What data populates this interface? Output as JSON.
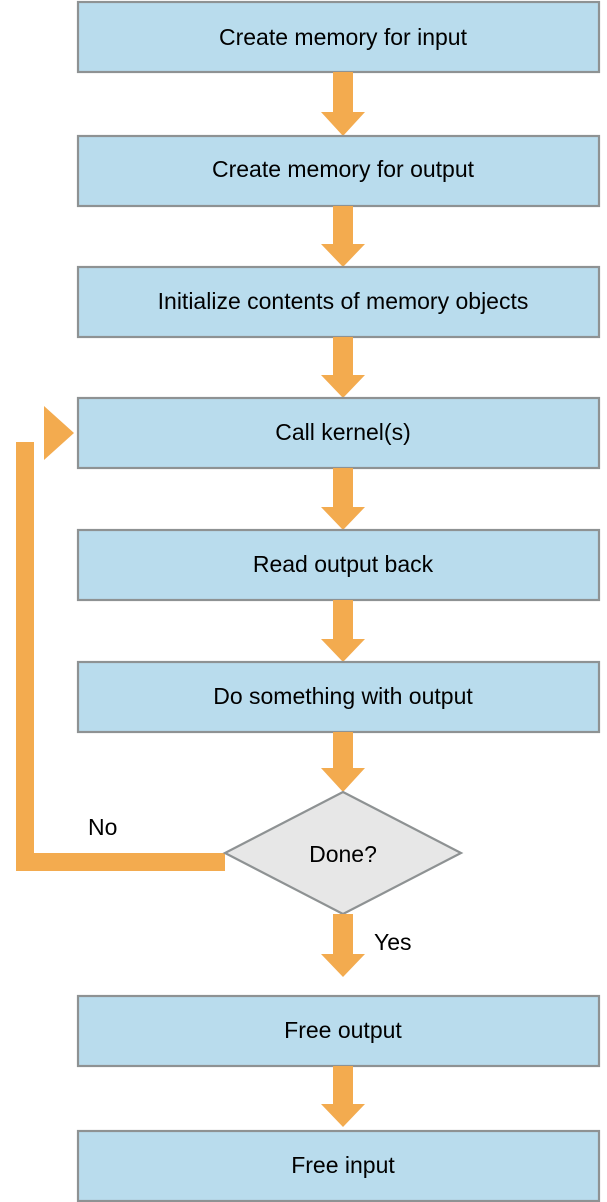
{
  "diagram": {
    "title": "OpenCL host program flow",
    "type": "flowchart",
    "colors": {
      "process_fill": "#b9dced",
      "process_stroke": "#8e9293",
      "decision_fill": "#e7e7e7",
      "decision_stroke": "#8e9293",
      "arrow": "#f3ab4f",
      "text": "#000000",
      "background": "#ffffff"
    },
    "nodes": [
      {
        "id": "create-memory-input",
        "shape": "process",
        "label": "Create memory for input"
      },
      {
        "id": "create-memory-output",
        "shape": "process",
        "label": "Create memory for output"
      },
      {
        "id": "initialize-memory-objects",
        "shape": "process",
        "label": "Initialize contents of memory objects"
      },
      {
        "id": "call-kernels",
        "shape": "process",
        "label": "Call kernel(s)"
      },
      {
        "id": "read-output-back",
        "shape": "process",
        "label": "Read output back"
      },
      {
        "id": "do-something-with-output",
        "shape": "process",
        "label": "Do something with output"
      },
      {
        "id": "done-decision",
        "shape": "decision",
        "label": "Done?"
      },
      {
        "id": "free-output",
        "shape": "process",
        "label": "Free output"
      },
      {
        "id": "free-input",
        "shape": "process",
        "label": "Free input"
      }
    ],
    "edges": [
      {
        "id": "edge-1",
        "from": "create-memory-input",
        "to": "create-memory-output",
        "label": ""
      },
      {
        "id": "edge-2",
        "from": "create-memory-output",
        "to": "initialize-memory-objects",
        "label": ""
      },
      {
        "id": "edge-3",
        "from": "initialize-memory-objects",
        "to": "call-kernels",
        "label": ""
      },
      {
        "id": "edge-4",
        "from": "call-kernels",
        "to": "read-output-back",
        "label": ""
      },
      {
        "id": "edge-5",
        "from": "read-output-back",
        "to": "do-something-with-output",
        "label": ""
      },
      {
        "id": "edge-6",
        "from": "do-something-with-output",
        "to": "done-decision",
        "label": ""
      },
      {
        "id": "edge-7",
        "from": "done-decision",
        "to": "call-kernels",
        "label": "No"
      },
      {
        "id": "edge-8",
        "from": "done-decision",
        "to": "free-output",
        "label": "Yes"
      },
      {
        "id": "edge-9",
        "from": "free-output",
        "to": "free-input",
        "label": ""
      }
    ],
    "edge_labels": {
      "no": "No",
      "yes": "Yes"
    }
  }
}
